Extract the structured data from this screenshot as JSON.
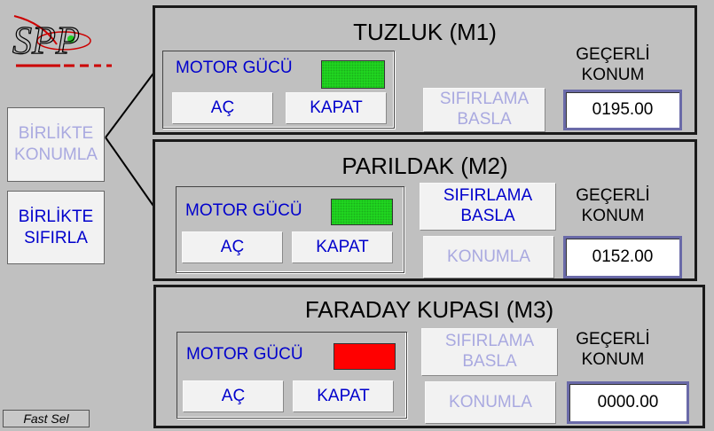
{
  "logo": {
    "text": "SPP",
    "line_color": "#cc0000",
    "eye_color": "#22cc22"
  },
  "side": {
    "together_position_label": "BİRLİKTE\nKONUMLA",
    "together_reset_label": "BİRLİKTE\nSIFIRLA"
  },
  "fast_sel_label": "Fast Sel",
  "panels": [
    {
      "title": "TUZLUK (M1)",
      "motor_power_label": "MOTOR GÜCÜ",
      "motor_state": "on",
      "lamp_color": "#22dd22",
      "open_label": "AÇ",
      "close_label": "KAPAT",
      "reset_start_label": "SIFIRLAMA\nBASLA",
      "reset_start_enabled": false,
      "current_position_label": "GEÇERLİ\nKONUM",
      "current_position_value": "0195.00"
    },
    {
      "title": "PARILDAK (M2)",
      "motor_power_label": "MOTOR GÜCÜ",
      "motor_state": "on",
      "lamp_color": "#22dd22",
      "open_label": "AÇ",
      "close_label": "KAPAT",
      "reset_start_label": "SIFIRLAMA\nBASLA",
      "reset_start_enabled": true,
      "position_label": "KONUMLA",
      "position_enabled": false,
      "current_position_label": "GEÇERLİ\nKONUM",
      "current_position_value": "0152.00"
    },
    {
      "title": "FARADAY KUPASI (M3)",
      "motor_power_label": "MOTOR GÜCÜ",
      "motor_state": "off",
      "lamp_color": "#ff0000",
      "open_label": "AÇ",
      "close_label": "KAPAT",
      "reset_start_label": "SIFIRLAMA\nBASLA",
      "reset_start_enabled": false,
      "position_label": "KONUMLA",
      "position_enabled": false,
      "current_position_label": "GEÇERLİ\nKONUM",
      "current_position_value": "0000.00"
    }
  ]
}
